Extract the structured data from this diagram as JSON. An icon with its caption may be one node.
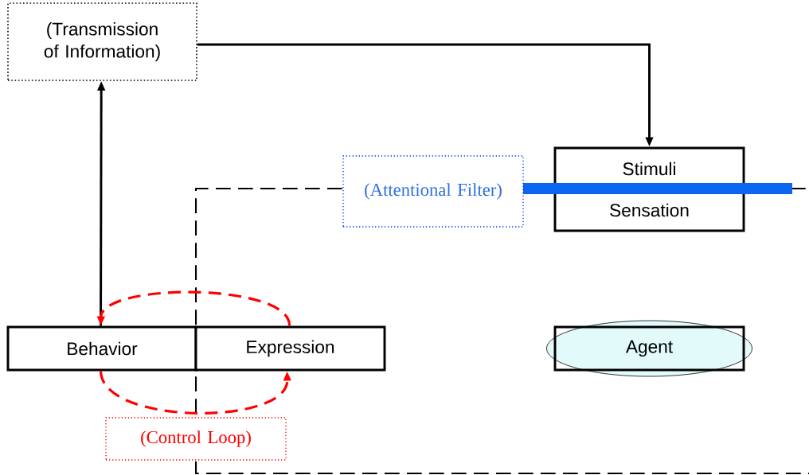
{
  "diagram": {
    "nodes": [
      {
        "text": [
          "(Transmission of Information)"
        ]
      },
      {
        "text": [
          "Stimuli",
          "Sensation"
        ]
      },
      {
        "text": [
          "(Attentional Filter)"
        ]
      },
      {
        "text": [
          "Behavior"
        ]
      },
      {
        "text": [
          "Expression"
        ]
      },
      {
        "text": [
          "Agent"
        ]
      },
      {
        "text": [
          "(Control Loop)"
        ]
      }
    ],
    "edges": [
      {
        "from": 3,
        "to": 0,
        "arrow": "to"
      },
      {
        "from": 0,
        "to": 1,
        "arrow": "to"
      },
      {
        "from": 4,
        "to": 3,
        "arrow": "to",
        "style": "dashed",
        "color": "#ff0000"
      },
      {
        "from": 3,
        "to": 4,
        "arrow": "to",
        "style": "dashed",
        "color": "#ff0000"
      }
    ]
  }
}
